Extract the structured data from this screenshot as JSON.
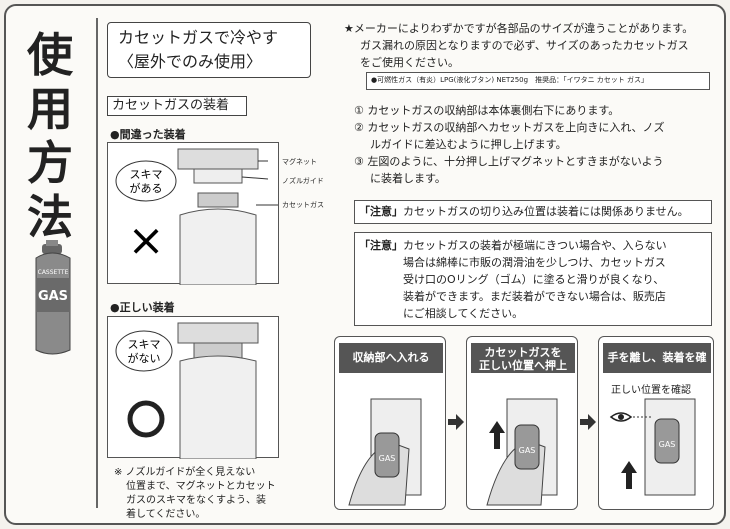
{
  "main_title": "使用方法",
  "cassette": {
    "brand": "CASSETTE",
    "label": "GAS"
  },
  "title_box": {
    "line1": "カセットガスで冷やす",
    "line2": "〈屋外でのみ使用〉"
  },
  "section_heading": "カセットガスの装着",
  "wrong": {
    "label": "●間違った装着",
    "bubble_line1": "スキマ",
    "bubble_line2": "がある",
    "callout_magnet": "マグネット",
    "callout_nozzle": "ノズルガイド",
    "callout_cassette": "カセットガス",
    "mark": "×"
  },
  "right": {
    "label": "●正しい装着",
    "bubble_line1": "スキマ",
    "bubble_line2": "がない",
    "mark": "○"
  },
  "bottom_note": [
    "※ ノズルガイドが全く見えない",
    "位置まで、マグネットとカセット",
    "ガスのスキマをなくすよう、装",
    "着してください。"
  ],
  "maker_note": [
    "★メーカーによりわずかですが各部品のサイズが違うことがあります。",
    "ガス漏れの原因となりますので必ず、サイズのあったカセットガス",
    "をご使用ください。"
  ],
  "spec": "●可燃性ガス（有炎）LPG(液化ブタン) NET250g　推奨品：「イワタニ カセット ガス」",
  "steps_text": [
    "① カセットガスの収納部は本体裏側右下にあります。",
    "② カセットガスの収納部へカセットガスを上向きに入れ、ノズ",
    "ルガイドに差込むように押し上げます。",
    "③ 左図のように、十分押し上げマグネットとすきまがないよう",
    "に装着します。"
  ],
  "caution1": {
    "tag": "「注意」",
    "text": "カセットガスの切り込み位置は装着には関係ありません。"
  },
  "caution2": {
    "tag": "「注意」",
    "lines": [
      "カセットガスの装着が極端にきつい場合や、入らない",
      "場合は綿棒に市販の潤滑油を少しつけ、カセットガス",
      "受け口のOリング（ゴム）に塗ると滑りが良くなり、",
      "装着ができます。まだ装着ができない場合は、販売店",
      "にご相談してください。"
    ]
  },
  "step_panels": [
    {
      "title_line1": "収納部へ入れる",
      "title_line2": ""
    },
    {
      "title_line1": "カセットガスを",
      "title_line2": "正しい位置へ押上"
    },
    {
      "title_line1": "手を離し、装着を確認",
      "title_line2": ""
    }
  ],
  "confirm_label": "正しい位置を確認",
  "gas_label": "GAS"
}
